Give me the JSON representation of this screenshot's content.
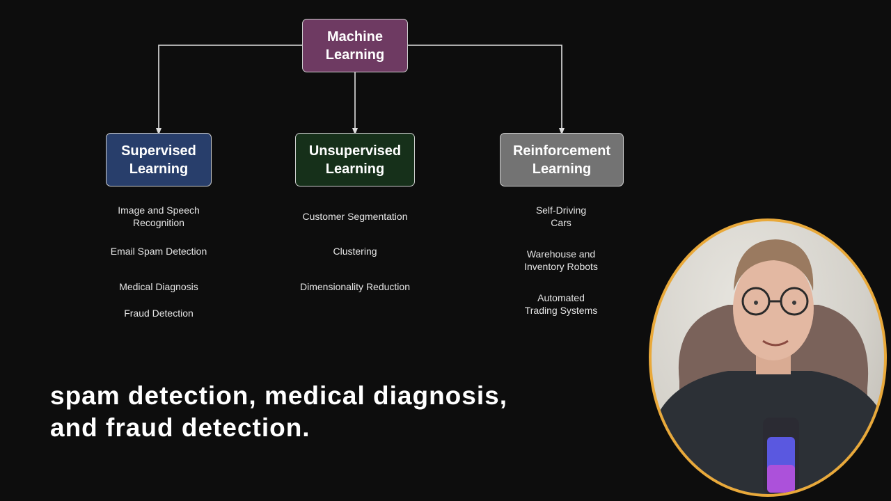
{
  "diagram": {
    "root": {
      "label": "Machine\nLearning",
      "color": "#6e3a62"
    },
    "branches": [
      {
        "label": "Supervised\nLearning",
        "color": "#283e6b",
        "examples": [
          "Image and Speech\nRecognition",
          "Email Spam Detection",
          "Medical Diagnosis",
          "Fraud Detection"
        ]
      },
      {
        "label": "Unsupervised\nLearning",
        "color": "#16301a",
        "examples": [
          "Customer Segmentation",
          "Clustering",
          "Dimensionality Reduction"
        ]
      },
      {
        "label": "Reinforcement\nLearning",
        "color": "#737373",
        "examples": [
          "Self-Driving\nCars",
          "Warehouse and\nInventory Robots",
          "Automated\nTrading Systems"
        ]
      }
    ]
  },
  "subtitle": {
    "lines": [
      "spam detection, medical diagnosis,",
      "and fraud detection."
    ]
  },
  "webcam": {
    "icon": "presenter-webcam-icon",
    "border_color": "#e9a93a"
  }
}
